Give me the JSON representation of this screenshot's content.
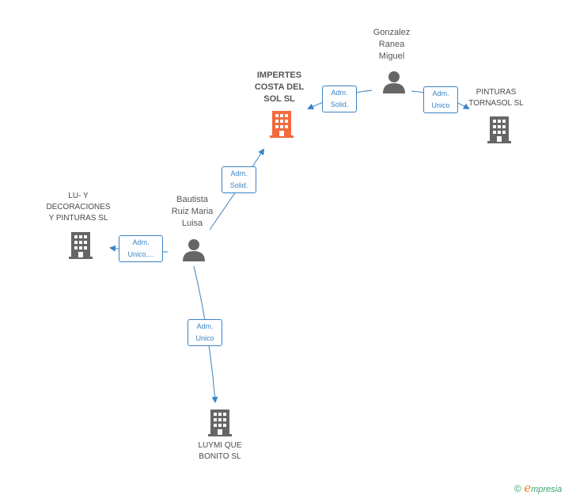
{
  "nodes": {
    "gonzalez": {
      "name_l1": "Gonzalez",
      "name_l2": "Ranea",
      "name_l3": "Miguel"
    },
    "bautista": {
      "name_l1": "Bautista",
      "name_l2": "Ruiz Maria",
      "name_l3": "Luisa"
    },
    "impertes": {
      "name_l1": "IMPERTES",
      "name_l2": "COSTA DEL",
      "name_l3": "SOL SL"
    },
    "pinturas": {
      "name_l1": "PINTURAS",
      "name_l2": "TORNASOL SL"
    },
    "lu": {
      "name_l1": "LU- Y",
      "name_l2": "DECORACIONES",
      "name_l3": "Y PINTURAS SL"
    },
    "luymi": {
      "name_l1": "LUYMI QUE",
      "name_l2": "BONITO SL"
    }
  },
  "roles": {
    "gonzalez_impertes": {
      "l1": "Adm.",
      "l2": "Solid."
    },
    "gonzalez_pinturas": {
      "l1": "Adm.",
      "l2": "Unico"
    },
    "bautista_impertes": {
      "l1": "Adm.",
      "l2": "Solid."
    },
    "bautista_lu": {
      "l1": "Adm.",
      "l2": "Unico,..."
    },
    "bautista_luymi": {
      "l1": "Adm.",
      "l2": "Unico"
    }
  },
  "colors": {
    "edge": "#3b82c4",
    "main_company": "#f26a3d",
    "company": "#666666",
    "person": "#666666"
  },
  "footer": {
    "copyright": "©",
    "brand_first": "e",
    "brand_rest": "mpresia"
  }
}
